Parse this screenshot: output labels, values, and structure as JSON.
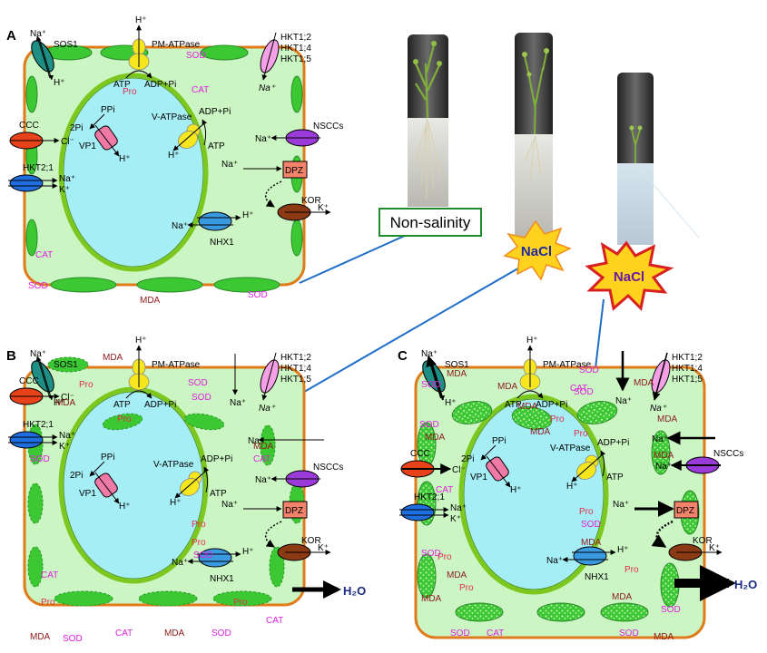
{
  "panels": {
    "a": "A",
    "b": "B",
    "c": "C"
  },
  "transporters": {
    "sos1": "SOS1",
    "pm_atpase": "PM-ATPase",
    "hkt1": [
      "HKT1;2",
      "HKT1;4",
      "HKT1;5"
    ],
    "ccc": "CCC",
    "hkt21": "HKT2;1",
    "vp1": "VP1",
    "ppi": "PPi",
    "two_pi": "2Pi",
    "v_atpase": "V-ATPase",
    "nsccs": "NSCCs",
    "dpz": "DPZ",
    "kor": "KOR",
    "nhx1": "NHX1",
    "atp": "ATP",
    "adp_pi": "ADP+Pi"
  },
  "ions": {
    "na": "Na⁺",
    "k": "K⁺",
    "h": "H⁺",
    "cl": "Cl⁻"
  },
  "molecules": {
    "pro": "Pro",
    "cat": "CAT",
    "sod": "SOD",
    "mda": "MDA",
    "water": "H₂O"
  },
  "labels": {
    "non_salinity": "Non-salinity",
    "nacl": "NaCl"
  },
  "colors": {
    "cytoplasm": "#ccf5c4",
    "cell_wall": "#e07b1a",
    "vacuole": "#a6eef5",
    "tonoplast": "#7cc81e",
    "chloroplast": "#3cc832",
    "sos1": "#1f8e84",
    "pm_atpase": "#f5e61e",
    "hkt1": "#f5a0e6",
    "ccc": "#e8421a",
    "hkt21": "#1f6ee0",
    "vp1": "#f07aa6",
    "nsccs": "#9a3ad8",
    "dpz": "#f2826a",
    "kor": "#8b3a14",
    "nhx1": "#3a9ae0",
    "burst_yellow": "#ffd21e",
    "burst_orange": "#f08c1e",
    "burst_red": "#d82020",
    "connector": "#1f6ec8",
    "non_salinity_border": "#1e8c2a",
    "nacl_text": "#1f2aa0",
    "nacl_text_c": "#6a1aa0"
  }
}
